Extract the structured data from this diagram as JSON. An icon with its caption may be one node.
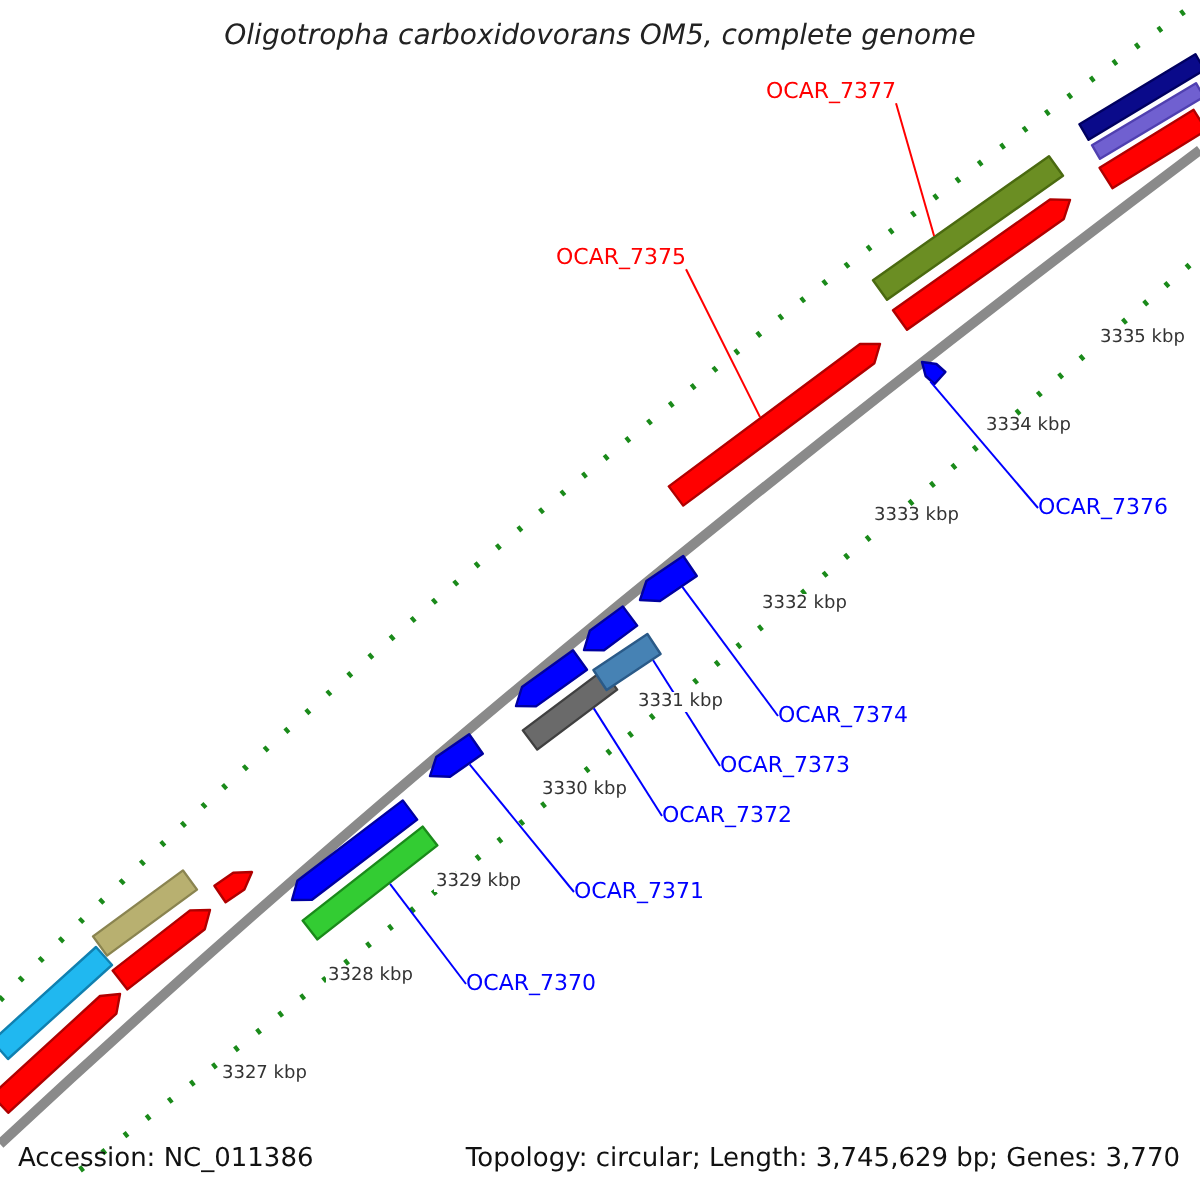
{
  "diagram": {
    "title": "Oligotropha carboxidovorans OM5, complete genome",
    "nodes": [
      {
        "text": [
          "OCAR_7377"
        ]
      },
      {
        "text": [
          "OCAR_7375"
        ]
      },
      {
        "text": [
          "OCAR_7376"
        ]
      },
      {
        "text": [
          "OCAR_7374"
        ]
      },
      {
        "text": [
          "OCAR_7373"
        ]
      },
      {
        "text": [
          "OCAR_7372"
        ]
      },
      {
        "text": [
          "OCAR_7371"
        ]
      },
      {
        "text": [
          "OCAR_7370"
        ]
      },
      {
        "text": [],
        "shape": "bar"
      },
      {
        "text": [],
        "shape": "bar"
      },
      {
        "text": [],
        "shape": "bar"
      },
      {
        "text": [],
        "shape": "bar"
      },
      {
        "text": [],
        "shape": "bar"
      },
      {
        "text": [],
        "shape": "bar"
      },
      {
        "text": [],
        "shape": "bar"
      },
      {
        "text": [],
        "shape": "bar"
      },
      {
        "text": [],
        "shape": "bar"
      },
      {
        "text": [],
        "shape": "bar"
      },
      {
        "text": [],
        "shape": "bar"
      },
      {
        "text": [],
        "shape": "bar"
      },
      {
        "text": [],
        "shape": "bar"
      },
      {
        "text": [],
        "shape": "bar"
      },
      {
        "text": [],
        "shape": "bar"
      },
      {
        "text": [],
        "shape": "bar"
      },
      {
        "text": [],
        "shape": "bar"
      },
      {
        "text": [],
        "shape": "bar"
      },
      {
        "text": [],
        "shape": "bar"
      },
      {
        "text": [],
        "shape": "bar"
      }
    ],
    "edges": [
      {
        "from": 0,
        "to": 22,
        "arrow": "none",
        "color": "#ff0000"
      },
      {
        "from": 1,
        "to": 21,
        "arrow": "none",
        "color": "#ff0000"
      },
      {
        "from": 2,
        "to": 24,
        "arrow": "none"
      },
      {
        "from": 3,
        "to": 20,
        "arrow": "none"
      },
      {
        "from": 4,
        "to": 19,
        "arrow": "none"
      },
      {
        "from": 5,
        "to": 17,
        "arrow": "none"
      },
      {
        "from": 6,
        "to": 15,
        "arrow": "none"
      },
      {
        "from": 7,
        "to": 14,
        "arrow": "none"
      }
    ],
    "labels": [
      "3335 kbp",
      "3334 kbp",
      "3333 kbp",
      "3332 kbp",
      "3331 kbp",
      "3330 kbp",
      "3329 kbp",
      "3328 kbp",
      "3327 kbp",
      "Accession: NC_011386",
      "Topology: circular; Length: 3,745,629 bp; Genes: 3,770"
    ]
  }
}
